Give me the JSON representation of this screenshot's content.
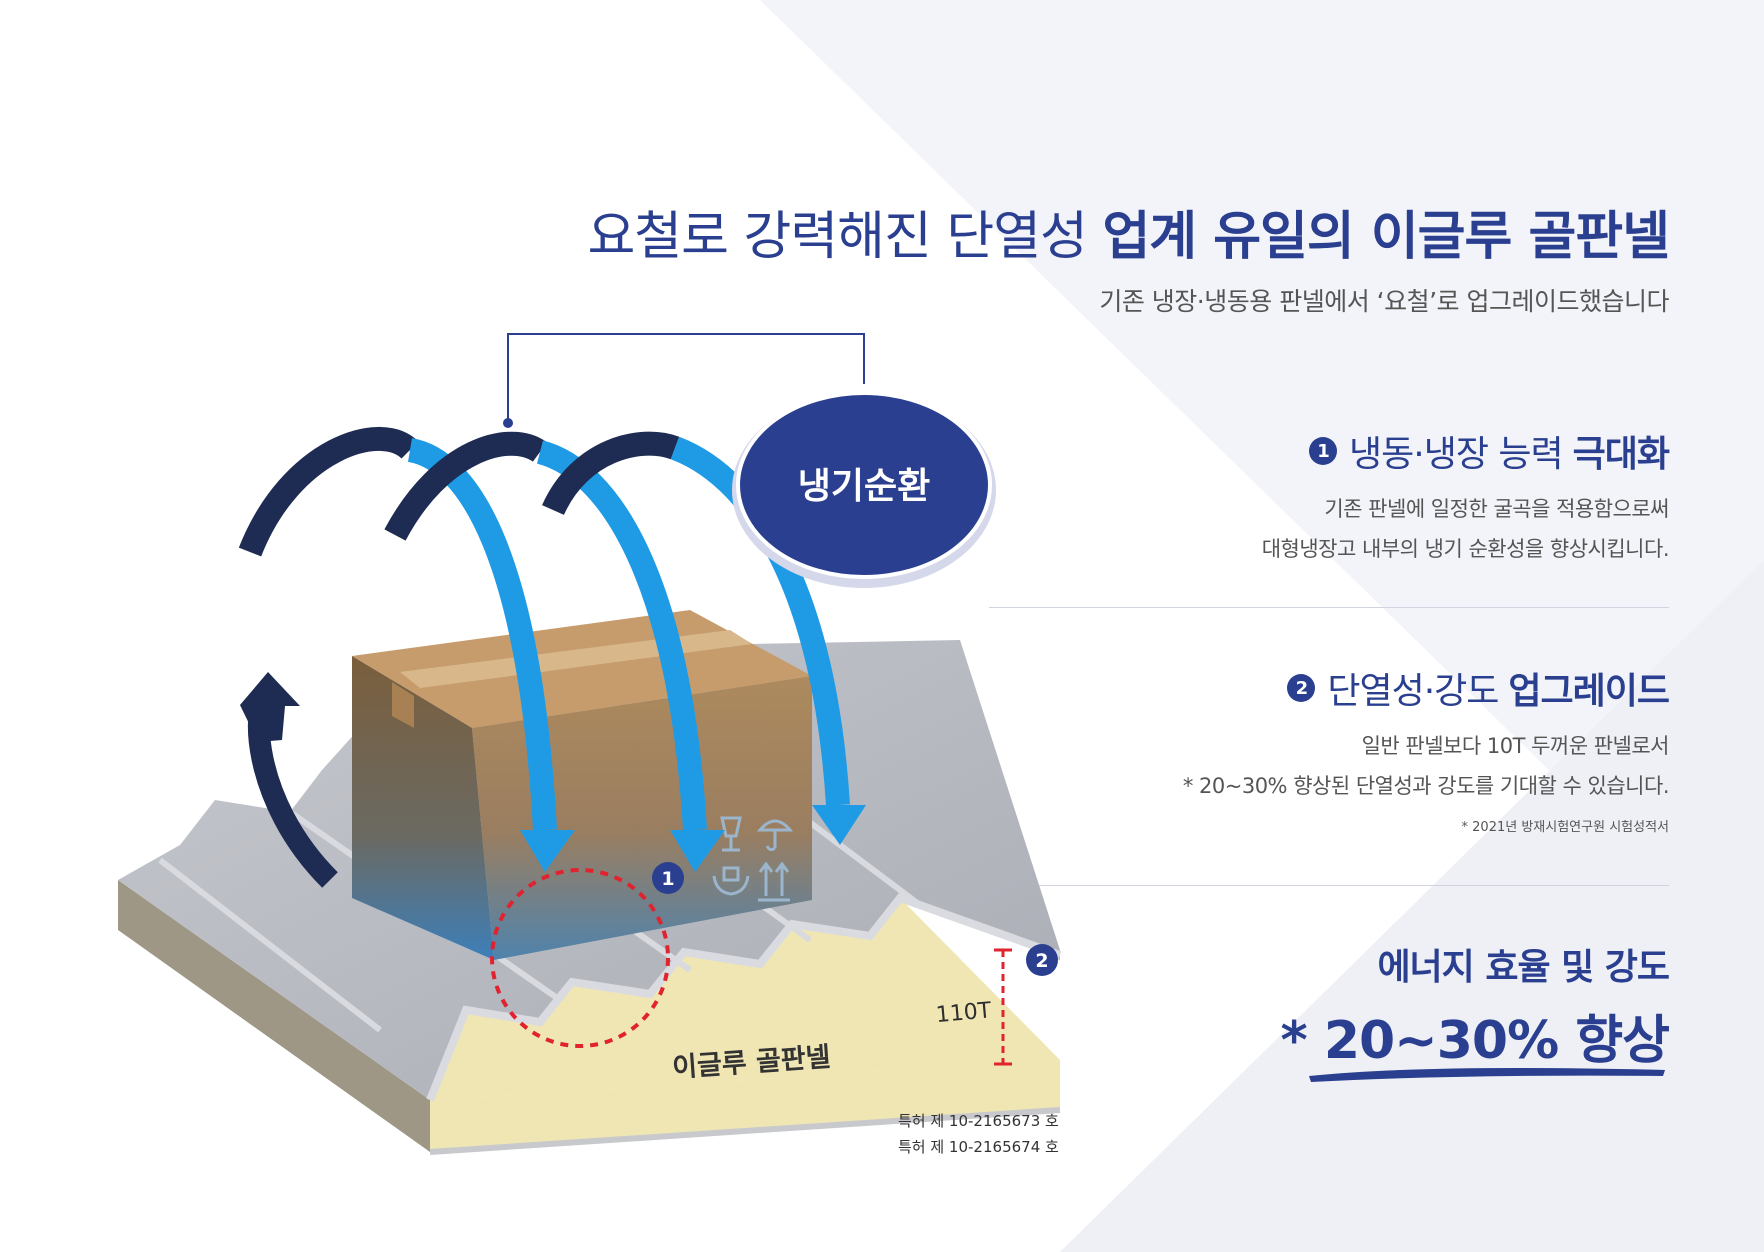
{
  "title": {
    "part1": "요철로 강력해진 단열성",
    "part2": "업계 유일의 이글루 골판넬"
  },
  "subtitle": "기존 냉장·냉동용 판넬에서 ‘요철’로 업그레이드했습니다",
  "features": [
    {
      "number": "1",
      "head_normal": "냉동·냉장 능력",
      "head_bold": "극대화",
      "desc_line1": "기존 판넬에 일정한 굴곡을 적용함으로써",
      "desc_line2": "대형냉장고 내부의 냉기 순환성을 향상시킵니다."
    },
    {
      "number": "2",
      "head_normal": "단열성·강도",
      "head_bold": "업그레이드",
      "desc_line1": "일반 판넬보다 10T 두꺼운 판넬로서",
      "desc_line2": "* 20~30% 향상된 단열성과 강도를 기대할 수 있습니다.",
      "note": "* 2021년 방재시험연구원 시험성적서"
    }
  ],
  "energy": {
    "head": "에너지 효율 및 강도",
    "big": "* 20~30% 향상"
  },
  "illustration": {
    "bubble_label": "냉기순환",
    "panel_label": "이글루 골판넬",
    "thickness_label": "110T",
    "marker1": "1",
    "marker2": "2"
  },
  "patents": [
    "특허 제 10-2165673 호",
    "특허 제 10-2165674 호"
  ],
  "colors": {
    "navy": "#2a3f8f",
    "cyan_arrow": "#1f9be6",
    "dark_arrow": "#1e2b52",
    "foam": "#efe6b4",
    "metal": "#b9bcc4"
  }
}
